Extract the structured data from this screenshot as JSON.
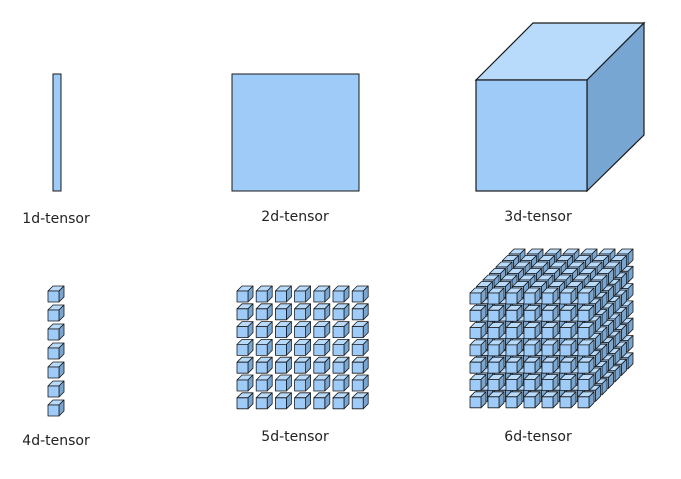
{
  "colors": {
    "face": "#9ecbf8",
    "top": "#b8dafb",
    "side": "#78a6d2",
    "stroke": "#1a1a1a",
    "background": "#ffffff"
  },
  "tensors": [
    {
      "label": "1d-tensor",
      "kind": "bar"
    },
    {
      "label": "2d-tensor",
      "kind": "square"
    },
    {
      "label": "3d-tensor",
      "kind": "cube"
    },
    {
      "label": "4d-tensor",
      "kind": "cube-column",
      "count": 7
    },
    {
      "label": "5d-tensor",
      "kind": "cube-grid",
      "cols": 7,
      "rows": 7
    },
    {
      "label": "6d-tensor",
      "kind": "cube-block",
      "cols": 7,
      "rows": 7,
      "depth": 7
    }
  ]
}
